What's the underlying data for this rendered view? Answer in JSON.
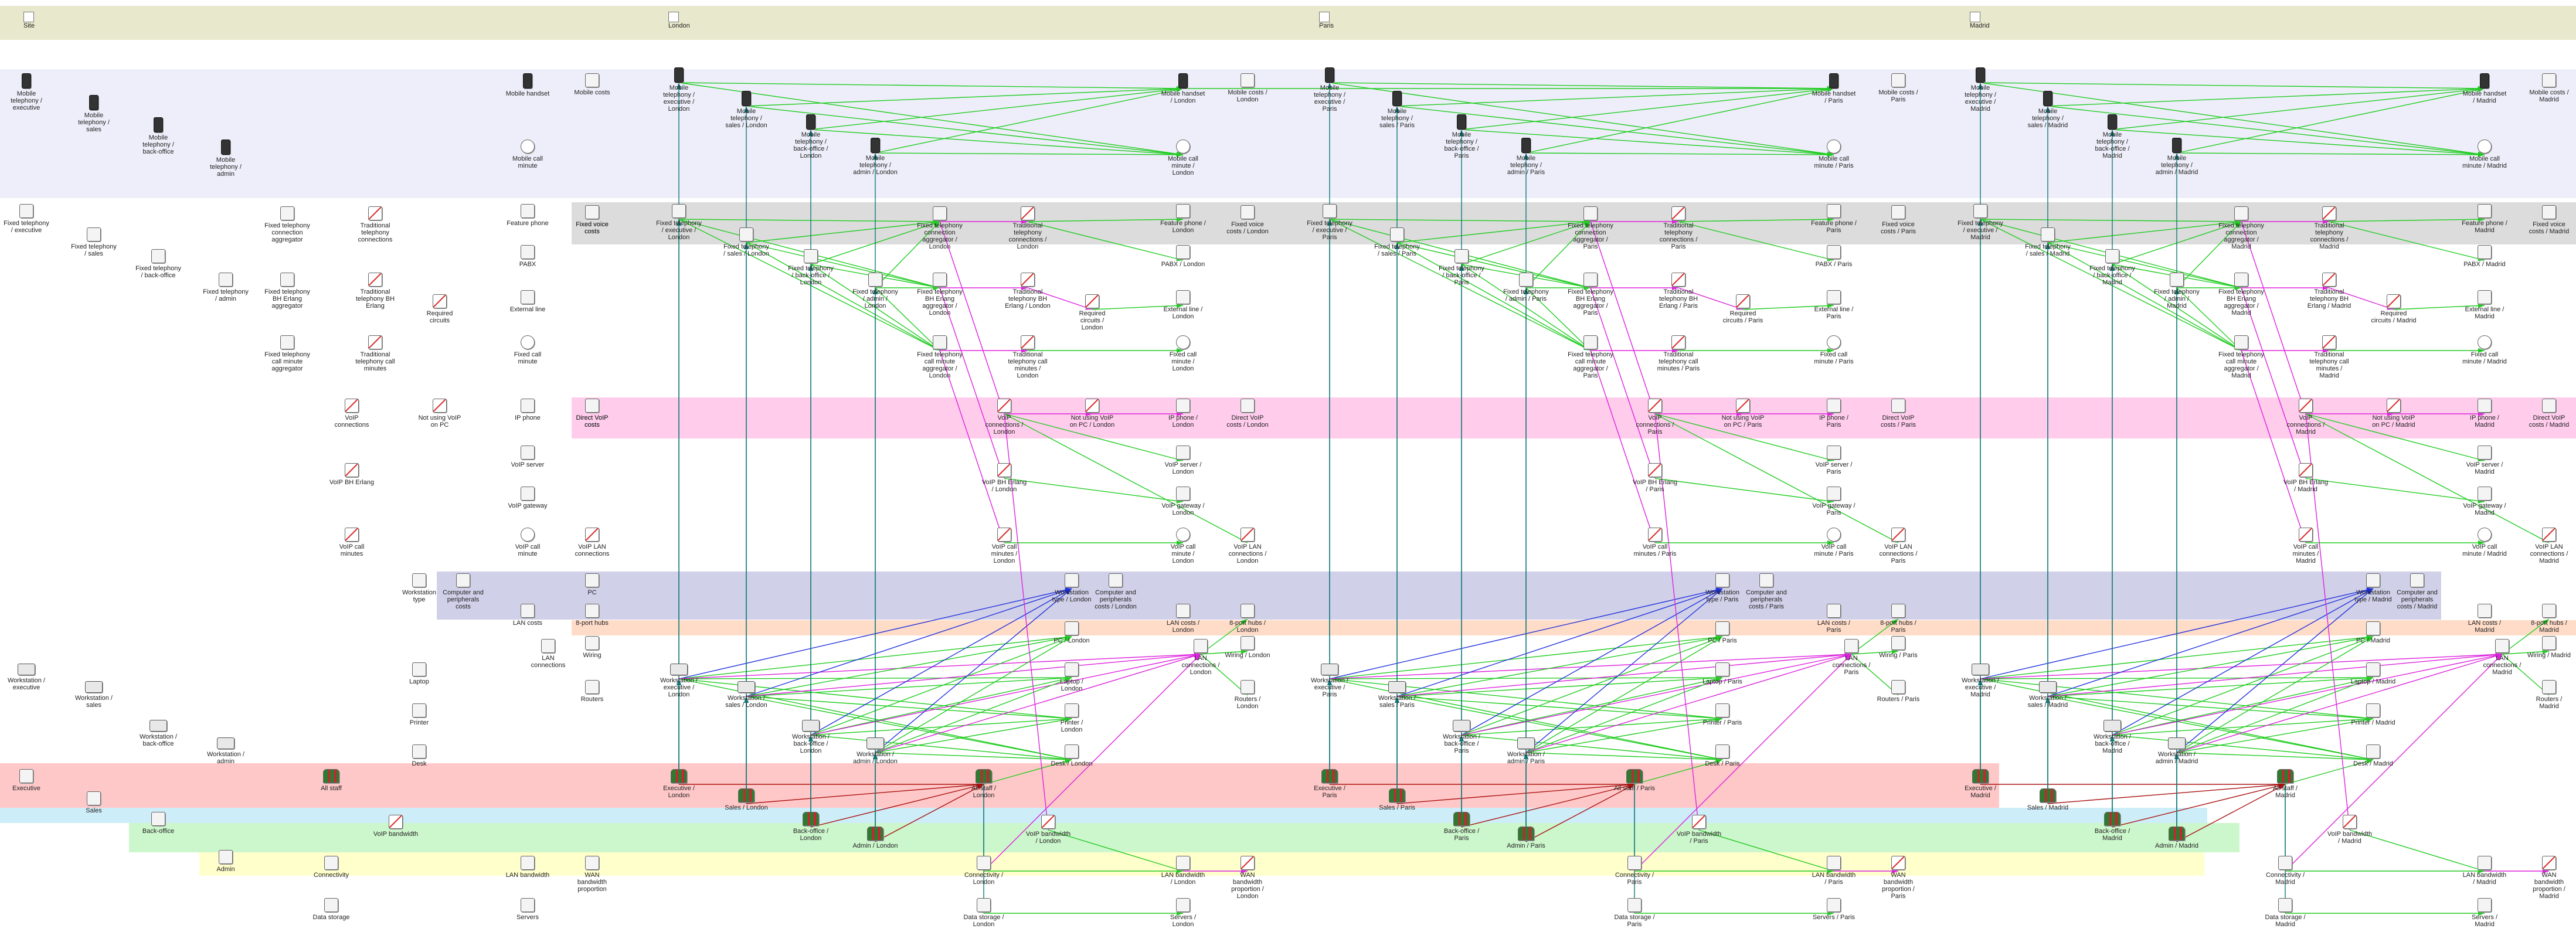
{
  "header": {
    "site": "Site",
    "london": "London",
    "paris": "Paris",
    "madrid": "Madrid"
  },
  "left": {
    "n1": "Mobile telephony / executive",
    "n2": "Mobile telephony / sales",
    "n3": "Mobile telephony / back-office",
    "n4": "Mobile telephony / admin",
    "n5": "Fixed telephony / executive",
    "n6": "Fixed telephony / sales",
    "n7": "Fixed telephony / back-office",
    "n8": "Fixed telephony / admin",
    "n9": "Fixed telephony connection aggregator",
    "n10": "Fixed telephony BH Erlang aggregator",
    "n11": "Fixed telephony call minute aggregator",
    "n12": "Traditional telephony connections",
    "n13": "Traditional telephony BH Erlang",
    "n14": "Traditional telephony call minutes",
    "n15": "Required circuits",
    "n16": "VoIP connections",
    "n17": "VoIP BH Erlang",
    "n18": "VoIP call minutes",
    "n19": "Not using VoIP on PC",
    "n20": "Workstation type",
    "n21": "Computer and peripherals costs",
    "n22": "LAN costs",
    "n23": "LAN connections",
    "n24": "8-port hubs",
    "n25": "Wiring",
    "n26": "Routers",
    "n27": "Workstation / executive",
    "n28": "Workstation / sales",
    "n29": "Workstation / back-office",
    "n30": "Workstation / admin",
    "n31": "Laptop",
    "n32": "Printer",
    "n33": "Desk",
    "n34": "Executive",
    "n35": "Sales",
    "n36": "Back-office",
    "n37": "Admin",
    "n38": "All staff",
    "n39": "VoIP bandwidth",
    "n40": "Connectivity",
    "n41": "LAN bandwidth",
    "n42": "WAN bandwidth proportion",
    "n43": "Data storage",
    "n44": "Servers",
    "n45": "Mobile handset",
    "n46": "Mobile call minute",
    "n47": "Mobile costs",
    "n48": "Feature phone",
    "n49": "PABX",
    "n50": "External line",
    "n51": "Fixed call minute",
    "n52": "Fixed voice costs",
    "n53": "IP phone",
    "n54": "VoIP server",
    "n55": "VoIP gateway",
    "n56": "VoIP call minute",
    "n57": "Direct VoIP costs",
    "n58": "VoIP LAN connections",
    "n59": "PC"
  },
  "london": {
    "a1": "Mobile telephony / executive / London",
    "a2": "Mobile telephony / sales / London",
    "a3": "Mobile telephony / back-office / London",
    "a4": "Mobile telephony / admin / London",
    "a5": "Mobile handset / London",
    "a6": "Mobile call minute / London",
    "a7": "Mobile costs / London",
    "b1": "Fixed telephony / executive / London",
    "b2": "Fixed telephony / sales / London",
    "b3": "Fixed telephony / back-office / London",
    "b4": "Fixed telephony / admin / London",
    "b5": "Fixed telephony connection aggregator / London",
    "b6": "Fixed telephony BH Erlang aggregator / London",
    "b7": "Fixed telephony call minute aggregator / London",
    "b8": "Traditional telephony connections / London",
    "b9": "Traditional telephony BH Erlang / London",
    "b10": "Traditional telephony call minutes / London",
    "b11": "Required circuits / London",
    "b12": "Feature phone / London",
    "b13": "PABX / London",
    "b14": "External line / London",
    "b15": "Fixed call minute / London",
    "b16": "Fixed voice costs / London",
    "b17": "Fixed voice costs",
    "c1": "VoIP connections / London",
    "c2": "Not using VoIP on PC / London",
    "c3": "IP phone / London",
    "c4": "Direct VoIP costs / London",
    "c5": "Direct VoIP costs",
    "c6": "VoIP BH Erlang / London",
    "c7": "VoIP server / London",
    "c8": "VoIP gateway / London",
    "c9": "VoIP call minutes / London",
    "c10": "VoIP call minute / London",
    "c11": "VoIP LAN connections / London",
    "d1": "Workstation type / London",
    "d2": "Computer and peripherals costs / London",
    "d3": "LAN costs / London",
    "d4": "8-port hubs / London",
    "d5": "PC / London",
    "d6": "LAN connections / London",
    "d7": "Wiring / London",
    "d8": "Routers / London",
    "d9": "Laptop / London",
    "d10": "Printer / London",
    "d11": "Desk / London",
    "e1": "Workstation / executive / London",
    "e2": "Workstation / sales / London",
    "e3": "Workstation / back-office / London",
    "e4": "Workstation / admin / London",
    "f1": "Executive / London",
    "f2": "Sales / London",
    "f3": "Back-office / London",
    "f4": "Admin / London",
    "f5": "All staff / London",
    "g1": "VoIP bandwidth / London",
    "g2": "Connectivity / London",
    "g3": "LAN bandwidth / London",
    "g4": "WAN bandwidth proportion / London",
    "g5": "Data storage / London",
    "g6": "Servers / London"
  },
  "paris": {
    "a1": "Mobile telephony / executive / Paris",
    "a2": "Mobile telephony / sales / Paris",
    "a3": "Mobile telephony / back-office / Paris",
    "a4": "Mobile telephony / admin / Paris",
    "a5": "Mobile handset / Paris",
    "a6": "Mobile call minute / Paris",
    "a7": "Mobile costs / Paris",
    "b1": "Fixed telephony / executive / Paris",
    "b2": "Fixed telephony / sales / Paris",
    "b3": "Fixed telephony / back-office / Paris",
    "b4": "Fixed telephony / admin / Paris",
    "b5": "Fixed telephony connection aggregator / Paris",
    "b6": "Fixed telephony BH Erlang aggregator / Paris",
    "b7": "Fixed telephony call minute aggregator / Paris",
    "b8": "Traditional telephony connections / Paris",
    "b9": "Traditional telephony BH Erlang / Paris",
    "b10": "Traditional telephony call minutes / Paris",
    "b11": "Required circuits / Paris",
    "b12": "Feature phone / Paris",
    "b13": "PABX / Paris",
    "b14": "External line / Paris",
    "b15": "Fixed call minute / Paris",
    "b16": "Fixed voice costs / Paris",
    "c1": "VoIP connections / Paris",
    "c2": "Not using VoIP on PC / Paris",
    "c3": "IP phone / Paris",
    "c4": "Direct VoIP costs / Paris",
    "c6": "VoIP BH Erlang / Paris",
    "c7": "VoIP server / Paris",
    "c8": "VoIP gateway / Paris",
    "c9": "VoIP call minutes / Paris",
    "c10": "VoIP call minute / Paris",
    "c11": "VoIP LAN connections / Paris",
    "d1": "Workstation type / Paris",
    "d2": "Computer and peripherals costs / Paris",
    "d3": "LAN costs / Paris",
    "d4": "8-port hubs / Paris",
    "d5": "PC / Paris",
    "d6": "LAN connections / Paris",
    "d7": "Wiring / Paris",
    "d8": "Routers / Paris",
    "d9": "Laptop / Paris",
    "d10": "Printer / Paris",
    "d11": "Desk / Paris",
    "e1": "Workstation / executive / Paris",
    "e2": "Workstation / sales / Paris",
    "e3": "Workstation / back-office / Paris",
    "e4": "Workstation / admin / Paris",
    "f1": "Executive / Paris",
    "f2": "Sales / Paris",
    "f3": "Back-office / Paris",
    "f4": "Admin / Paris",
    "f5": "All staff / Paris",
    "g1": "VoIP bandwidth / Paris",
    "g2": "Connectivity / Paris",
    "g3": "LAN bandwidth / Paris",
    "g4": "WAN bandwidth proportion / Paris",
    "g5": "Data storage / Paris",
    "g6": "Servers / Paris"
  },
  "madrid": {
    "a1": "Mobile telephony / executive / Madrid",
    "a2": "Mobile telephony / sales / Madrid",
    "a3": "Mobile telephony / back-office / Madrid",
    "a4": "Mobile telephony / admin / Madrid",
    "a5": "Mobile handset / Madrid",
    "a6": "Mobile call minute / Madrid",
    "a7": "Mobile costs / Madrid",
    "b1": "Fixed telephony / executive / Madrid",
    "b2": "Fixed telephony / sales / Madrid",
    "b3": "Fixed telephony / back-office / Madrid",
    "b4": "Fixed telephony / admin / Madrid",
    "b5": "Fixed telephony connection aggregator / Madrid",
    "b6": "Fixed telephony BH Erlang aggregator / Madrid",
    "b7": "Fixed telephony call minute aggregator / Madrid",
    "b8": "Traditional telephony connections / Madrid",
    "b9": "Traditional telephony BH Erlang / Madrid",
    "b10": "Traditional telephony call minutes / Madrid",
    "b11": "Required circuits / Madrid",
    "b12": "Feature phone / Madrid",
    "b13": "PABX / Madrid",
    "b14": "External line / Madrid",
    "b15": "Fixed call minute / Madrid",
    "b16": "Fixed voice costs / Madrid",
    "c1": "VoIP connections / Madrid",
    "c2": "Not using VoIP on PC / Madrid",
    "c3": "IP phone / Madrid",
    "c4": "Direct VoIP costs / Madrid",
    "c6": "VoIP BH Erlang / Madrid",
    "c7": "VoIP server / Madrid",
    "c8": "VoIP gateway / Madrid",
    "c9": "VoIP call minutes / Madrid",
    "c10": "VoIP call minute / Madrid",
    "c11": "VoIP LAN connections / Madrid",
    "d1": "Workstation type / Madrid",
    "d2": "Computer and peripherals costs / Madrid",
    "d3": "LAN costs / Madrid",
    "d4": "8-port hubs / Madrid",
    "d5": "PC / Madrid",
    "d6": "LAN connections / Madrid",
    "d7": "Wiring / Madrid",
    "d8": "Routers / Madrid",
    "d9": "Laptop / Madrid",
    "d10": "Printer / Madrid",
    "d11": "Desk / Madrid",
    "e1": "Workstation / executive / Madrid",
    "e2": "Workstation / sales / Madrid",
    "e3": "Workstation / back-office / Madrid",
    "e4": "Workstation / admin / Madrid",
    "f1": "Executive / Madrid",
    "f2": "Sales / Madrid",
    "f3": "Back-office / Madrid",
    "f4": "Admin / Madrid",
    "f5": "All staff / Madrid",
    "g1": "VoIP bandwidth / Madrid",
    "g2": "Connectivity / Madrid",
    "g3": "LAN bandwidth / Madrid",
    "g4": "WAN bandwidth proportion / Madrid",
    "g5": "Data storage / Madrid",
    "g6": "Servers / Madrid"
  },
  "colors": {
    "site_band": "#e8e8cc",
    "mobile_band": "#eeeefa",
    "fixed_band": "#dcdcdc",
    "voip_band": "#ffccec",
    "ws_band": "#d0d0e8",
    "hub_band": "#ffdcc8",
    "exec_band": "#ffc8c8",
    "sales_band": "#cdeef8",
    "backoffice_band": "#ccf6cc",
    "admin_band": "#ffffcc",
    "edge_green": "#22cc22",
    "edge_magenta": "#dd22dd",
    "edge_blue": "#2233dd",
    "edge_teal": "#117777",
    "edge_red": "#aa1111"
  }
}
